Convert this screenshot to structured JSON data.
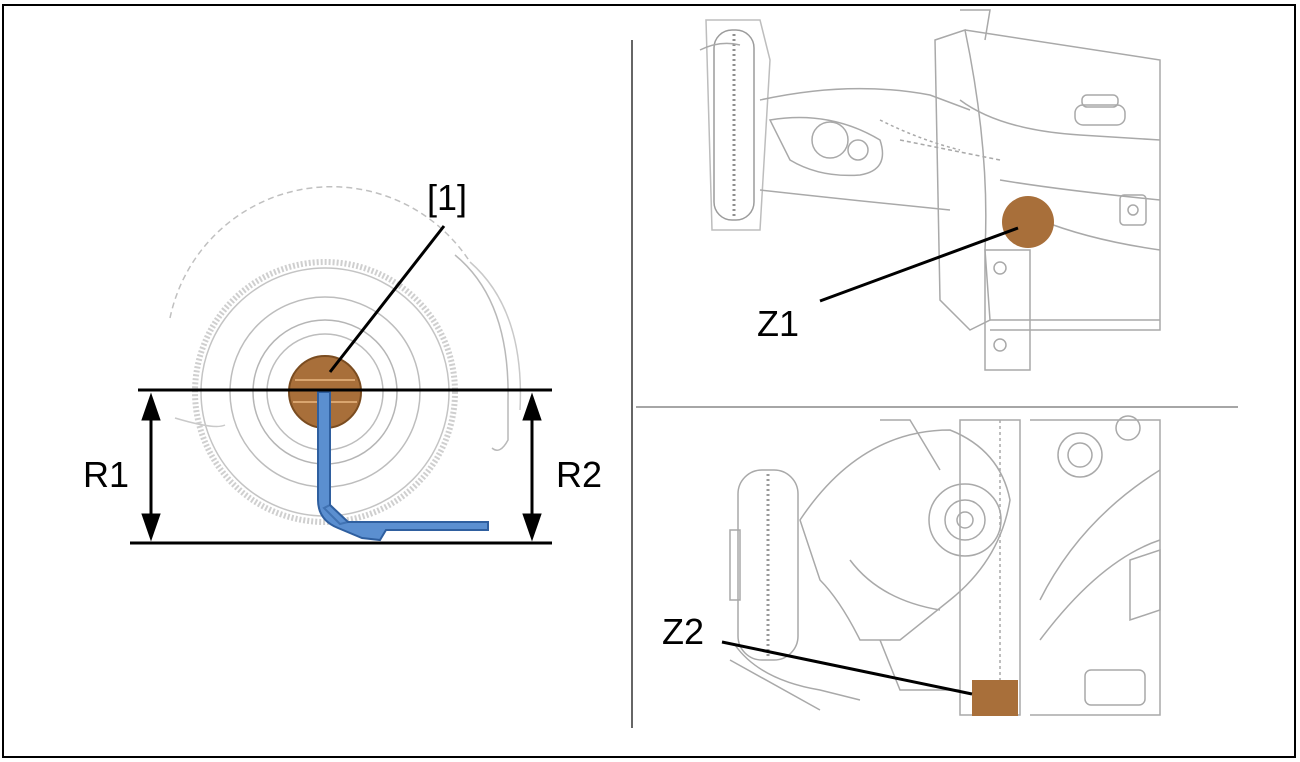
{
  "labels": {
    "item_1": "[1]",
    "r1": "R1",
    "r2": "R2",
    "z1": "Z1",
    "z2": "Z2"
  },
  "colors": {
    "marker": "#a86f3a",
    "marker_stroke": "#7a4c20",
    "tool": "#5b8fd0",
    "tool_dark": "#2f5f9f",
    "line_art": "#c9c9c9",
    "line_art_dark": "#9a9a9a"
  },
  "icons": [
    "wheel-outline",
    "jack-stand",
    "suspension-front-view",
    "suspension-rear-view"
  ]
}
